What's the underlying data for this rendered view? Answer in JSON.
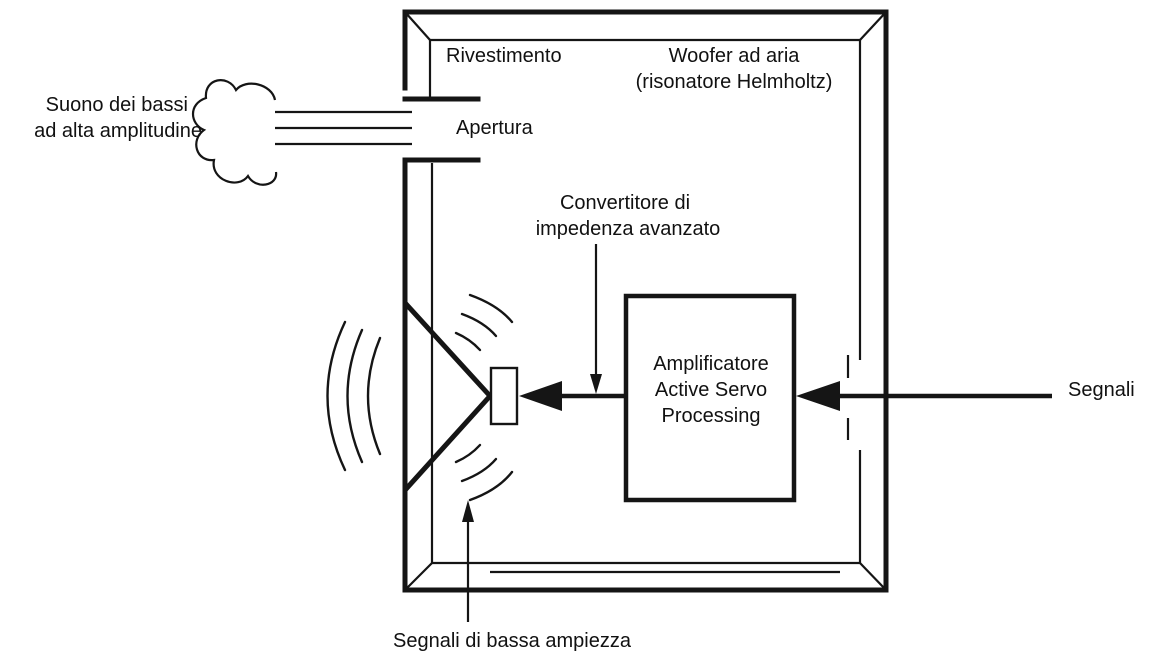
{
  "labels": {
    "enclosure": "Rivestimento",
    "woofer_line1": "Woofer ad aria",
    "woofer_line2": "(risonatore Helmholtz)",
    "bass_sound_line1": "Suono dei bassi",
    "bass_sound_line2": "ad alta amplitudine",
    "port": "Apertura",
    "converter_line1": "Convertitore di",
    "converter_line2": "impedenza avanzato",
    "amp_line1": "Amplificatore",
    "amp_line2": "Active Servo",
    "amp_line3": "Processing",
    "signals": "Segnali",
    "low_signals": "Segnali di bassa ampiezza"
  },
  "colors": {
    "line": "#151515",
    "background": "#ffffff"
  }
}
